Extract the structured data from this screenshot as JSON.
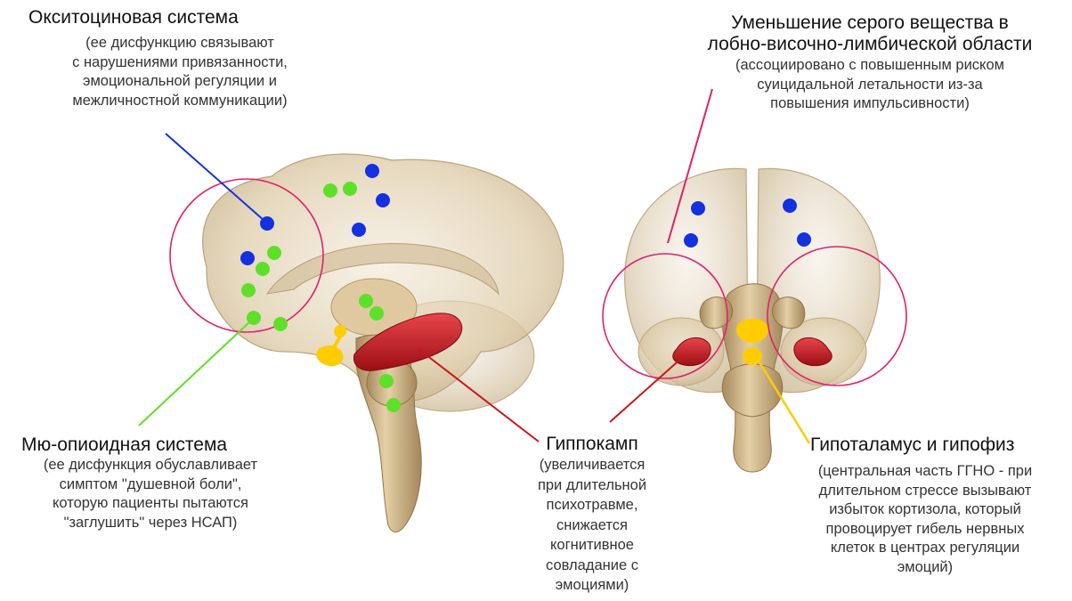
{
  "labels": {
    "oxytocin": {
      "title": "Окситоциновая система",
      "desc": [
        "(ее дисфункцию связывают",
        "с нарушениями привязанности,",
        "эмоциональной регуляции и",
        "межличностной коммуникации)"
      ]
    },
    "grey_matter": {
      "title": [
        "Уменьшение серого вещества в",
        "лобно-височно-лимбической области"
      ],
      "desc": [
        "(ассоциировано с повышенным риском",
        "суицидальной летальности из-за",
        "повышения импульсивности)"
      ]
    },
    "mu_opioid": {
      "title": "Мю-опиоидная система",
      "desc": [
        "(ее дисфункция обуславливает",
        "симптом \"душевной боли\",",
        "которую пациенты пытаются",
        "\"заглушить\" через НСАП)"
      ]
    },
    "hippocampus": {
      "title": "Гиппокамп",
      "desc": [
        "(увеличивается",
        "при длительной",
        "психотравме,",
        "снижается",
        "когнитивное",
        "совладание с",
        "эмоциями)"
      ]
    },
    "hypothalamus": {
      "title": "Гипоталамус и гипофиз",
      "desc": [
        "(центральная часть ГГНО - при",
        "длительном стрессе вызывают",
        "избыток кортизола, который",
        "провоцирует гибель нервных",
        "клеток в центрах регуляции",
        "эмоций)"
      ]
    }
  },
  "colors": {
    "oxytocin_marker": "#1530e0",
    "opioid_marker": "#5ee02a",
    "hippocampus": "#c8151a",
    "hypothalamus": "#ffcc00",
    "region_circle": "#e0206e",
    "brain_tissue": "#e7d9c0",
    "brainstem": "#d2b98c"
  }
}
